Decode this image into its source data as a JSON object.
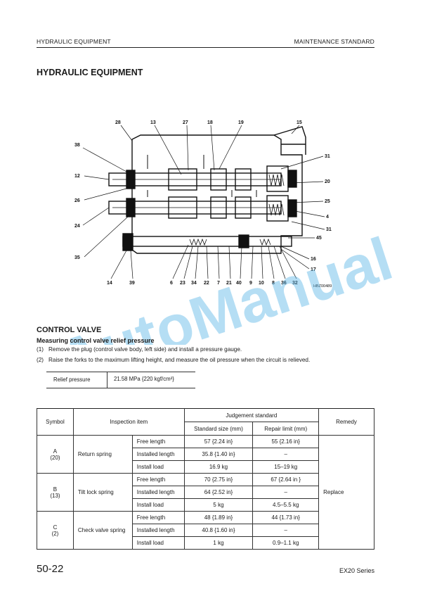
{
  "header": {
    "left": "HYDRAULIC EQUIPMENT",
    "right": "MAINTENANCE STANDARD"
  },
  "page_title": "HYDRAULIC EQUIPMENT",
  "diagram": {
    "callouts": [
      "28",
      "13",
      "27",
      "18",
      "19",
      "15",
      "38",
      "31",
      "12",
      "20",
      "26",
      "25",
      "24",
      "4",
      "31",
      "45",
      "35",
      "16",
      "17",
      "14",
      "39",
      "6",
      "23",
      "34",
      "22",
      "7",
      "21",
      "40",
      "9",
      "10",
      "8",
      "36",
      "32"
    ],
    "figure_id": "HBZ00489"
  },
  "watermark": "AutoManual",
  "section": {
    "title": "CONTROL VALVE",
    "subtitle": "Measuring control valve relief pressure",
    "steps": [
      {
        "num": "(1)",
        "text": "Remove the plug (control valve body, left side) and install a pressure gauge."
      },
      {
        "num": "(2)",
        "text": "Raise the forks to the maximum lifting height, and measure the oil pressure when the circuit is relieved."
      }
    ]
  },
  "relief": {
    "label": "Relief pressure",
    "value": "21.58 MPa {220 kgf/cm²}"
  },
  "table": {
    "headers": {
      "symbol": "Symbol",
      "item": "Inspection item",
      "judgement": "Judgement standard",
      "standard": "Standard size (mm)",
      "repair": "Repair limit (mm)",
      "remedy": "Remedy"
    },
    "groups": [
      {
        "symbol": "A",
        "symbol_no": "(20)",
        "name": "Return spring",
        "rows": [
          {
            "item": "Free length",
            "standard": "57 {2.24 in}",
            "repair": "55 {2.16 in}"
          },
          {
            "item": "Installed length",
            "standard": "35.8 {1.40 in}",
            "repair": "–"
          },
          {
            "item": "Install load",
            "standard": "16.9 kg",
            "repair": "15–19 kg"
          }
        ]
      },
      {
        "symbol": "B",
        "symbol_no": "(13)",
        "name": "Tilt lock spring",
        "rows": [
          {
            "item": "Free length",
            "standard": "70 {2.75 in}",
            "repair": "67 {2.64 in }"
          },
          {
            "item": "Installed length",
            "standard": "64 {2.52 in}",
            "repair": "–"
          },
          {
            "item": "Install load",
            "standard": "5 kg",
            "repair": "4.5–5.5 kg"
          }
        ]
      },
      {
        "symbol": "C",
        "symbol_no": "(2)",
        "name": "Check valve spring",
        "rows": [
          {
            "item": "Free length",
            "standard": "48 {1.89 in}",
            "repair": "44 {1.73 in}"
          },
          {
            "item": "Installed length",
            "standard": "40.8 {1.60 in}",
            "repair": "–"
          },
          {
            "item": "Install load",
            "standard": "1 kg",
            "repair": "0.9–1.1 kg"
          }
        ]
      }
    ],
    "remedy": "Replace"
  },
  "footer": {
    "page": "50-22",
    "series": "EX20 Series"
  }
}
